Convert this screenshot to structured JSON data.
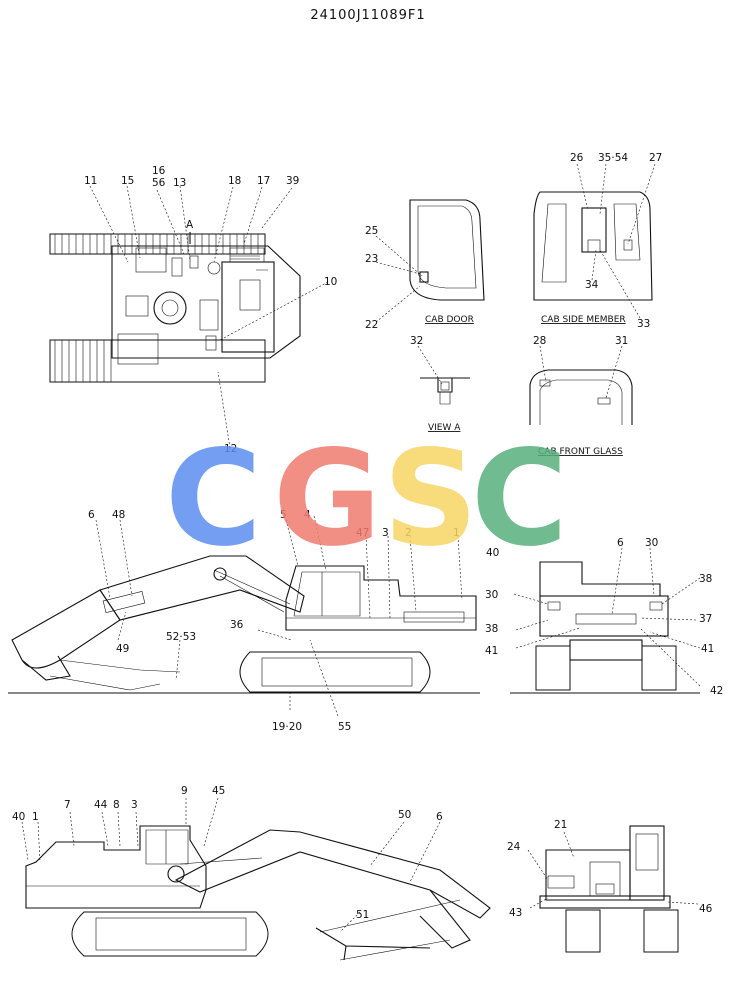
{
  "doc_code": "24100J11089F1",
  "watermark": {
    "text": "CGSC",
    "letters": [
      "C",
      "G",
      "S",
      "C"
    ],
    "colors": [
      "#5b8def",
      "#f07b70",
      "#f7d564",
      "#57b07d"
    ]
  },
  "captions": {
    "cab_door": "CAB DOOR",
    "cab_side_member": "CAB SIDE MEMBER",
    "view_a": "VIEW A",
    "cab_front_glass": "CAB FRONT GLASS"
  },
  "view_marker": "A",
  "callouts": {
    "top": [
      "11",
      "15",
      "16",
      "56",
      "13",
      "18",
      "17",
      "39",
      "10",
      "12"
    ],
    "cab": [
      "25",
      "23",
      "22",
      "26",
      "35·54",
      "27",
      "34",
      "33",
      "32",
      "28",
      "31"
    ],
    "side": [
      "6",
      "48",
      "5",
      "4",
      "47",
      "3",
      "2",
      "1",
      "36",
      "49",
      "52·53",
      "19·20",
      "55"
    ],
    "rear": [
      "40",
      "6",
      "30",
      "30",
      "38",
      "38",
      "37",
      "41",
      "41",
      "42"
    ],
    "bottom": [
      "40",
      "1",
      "7",
      "44",
      "8",
      "3",
      "9",
      "45",
      "50",
      "6",
      "51"
    ],
    "front": [
      "21",
      "24",
      "43",
      "46"
    ]
  }
}
